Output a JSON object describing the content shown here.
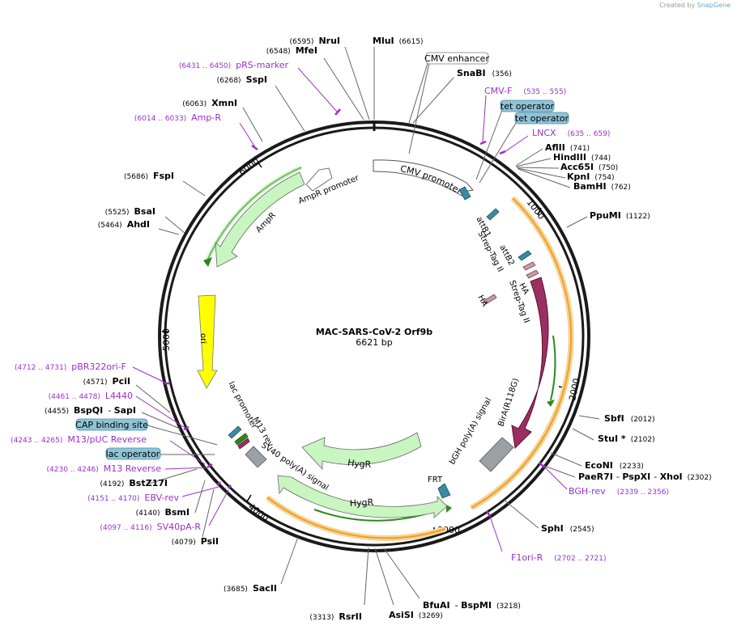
{
  "watermark": {
    "prefix": "Created by",
    "brand": "SnapGene"
  },
  "plasmid": {
    "name": "MAC-SARS-CoV-2 Orf9b",
    "length_label": "6621 bp",
    "length": 6621
  },
  "colors": {
    "enzyme_text": "#000000",
    "enzyme_pos": "#000000",
    "primer": "#9b30c9",
    "orange": "#f0a020",
    "green": "#2a8a1a",
    "feature_green": "#c8f5c0",
    "yellow": "#ffff00",
    "maroon": "#9b2f62",
    "gray": "#9aa0a4",
    "teal": "#3a8aa0",
    "mauve": "#c89aa8",
    "label_box": "#8fc4d8"
  },
  "ticks": [
    "1000",
    "2000",
    "3000",
    "4000",
    "5000",
    "6000"
  ],
  "enzymes": [
    {
      "name": "MluI",
      "pos": "(6615)"
    },
    {
      "name": "NruI",
      "pos": "(6595)"
    },
    {
      "name": "MfeI",
      "pos": "(6548)"
    },
    {
      "name": "SspI",
      "pos": "(6268)"
    },
    {
      "name": "XmnI",
      "pos": "(6063)"
    },
    {
      "name": "FspI",
      "pos": "(5686)"
    },
    {
      "name": "BsaI",
      "pos": "(5525)"
    },
    {
      "name": "AhdI",
      "pos": "(5464)"
    },
    {
      "name": "PciI",
      "pos": "(4571)"
    },
    {
      "name": "BspQI",
      "pos": "(4455)",
      "extra": "SapI"
    },
    {
      "name": "BstZ17I",
      "pos": "(4192)"
    },
    {
      "name": "BsmI",
      "pos": "(4140)"
    },
    {
      "name": "PsiI",
      "pos": "(4079)"
    },
    {
      "name": "SacII",
      "pos": "(3685)"
    },
    {
      "name": "RsrII",
      "pos": "(3313)"
    },
    {
      "name": "AsiSI",
      "pos": "(3269)"
    },
    {
      "name": "BfuAI",
      "pos": "(3218)",
      "extra": "BspMI"
    },
    {
      "name": "SnaBI",
      "pos": "(356)"
    },
    {
      "name": "AflII",
      "pos": "(741)"
    },
    {
      "name": "HindIII",
      "pos": "(744)"
    },
    {
      "name": "Acc65I",
      "pos": "(750)"
    },
    {
      "name": "KpnI",
      "pos": "(754)"
    },
    {
      "name": "BamHI",
      "pos": "(762)"
    },
    {
      "name": "PpuMI",
      "pos": "(1122)"
    },
    {
      "name": "SbfI",
      "pos": "(2012)"
    },
    {
      "name": "StuI *",
      "pos": "(2102)"
    },
    {
      "name": "EcoNI",
      "pos": "(2233)"
    },
    {
      "name": "PaeR7I",
      "pos": "(2302)",
      "extra": "PspXI",
      "extra2": "XhoI"
    },
    {
      "name": "SphI",
      "pos": "(2545)"
    }
  ],
  "primers": [
    {
      "name": "pRS-marker",
      "range": "(6431 .. 6450)"
    },
    {
      "name": "Amp-R",
      "range": "(6014 .. 6033)"
    },
    {
      "name": "CMV-F",
      "range": "(535 .. 555)"
    },
    {
      "name": "LNCX",
      "range": "(635 .. 659)"
    },
    {
      "name": "pBR322ori-F",
      "range": "(4712 .. 4731)"
    },
    {
      "name": "L4440",
      "range": "(4461 .. 4478)"
    },
    {
      "name": "M13/pUC Reverse",
      "range": "(4243 .. 4265)"
    },
    {
      "name": "M13 Reverse",
      "range": "(4230 .. 4246)"
    },
    {
      "name": "EBV-rev",
      "range": "(4151 .. 4170)"
    },
    {
      "name": "SV40pA-R",
      "range": "(4097 .. 4116)"
    },
    {
      "name": "BGH-rev",
      "range": "(2339 .. 2356)"
    },
    {
      "name": "F1ori-R",
      "range": "(2702 .. 2721)"
    }
  ],
  "boxed_labels": [
    "CMV enhancer",
    "tet operator",
    "tet operator",
    "CAP binding site",
    "lac operator"
  ],
  "features": {
    "cmv_promoter": "CMV promoter",
    "attb1": "attB1",
    "strep1": "Strep-Tag II",
    "attb2": "attB2",
    "ha1": "HA",
    "strep2": "Strep-Tag II",
    "ha2": "HA",
    "bira": "BirA(R118G)",
    "bgh": "bGH poly(A) signal",
    "frt": "FRT",
    "hygr1": "HygR",
    "sv40": "SV40 poly(A) signal",
    "hygr2": "HygR",
    "m13rev": "M13 rev",
    "lac": "lac promoter",
    "ori": "ori",
    "ampr": "AmpR",
    "ampr_promoter": "AmpR promoter"
  }
}
